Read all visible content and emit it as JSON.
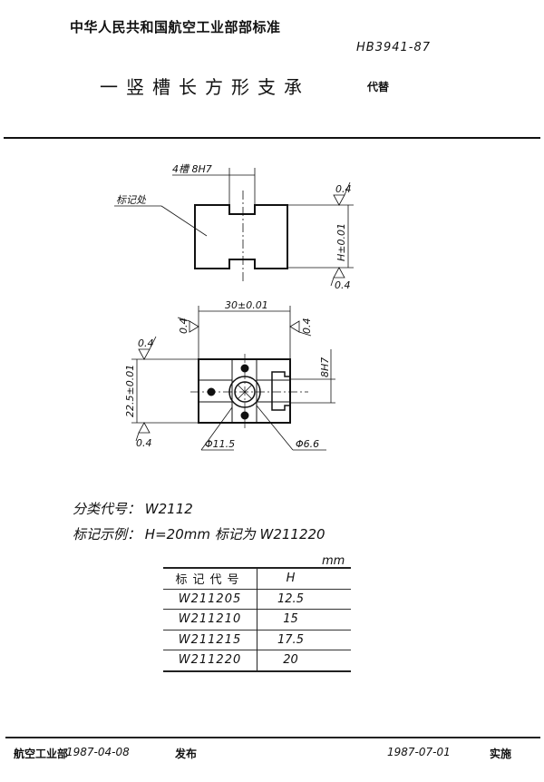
{
  "header": {
    "organization": "中华人民共和国航空工业部部标准",
    "standard_number": "HB3941-87",
    "title": "一竖槽长方形支承",
    "replaces_label": "代替"
  },
  "drawing": {
    "top_view": {
      "slot_callout": "4槽 8H7",
      "marking_label": "标记处",
      "height_dim": "H±0.01",
      "roughness_top": "0.4",
      "roughness_bottom": "0.4"
    },
    "bottom_view": {
      "width_dim": "30±0.01",
      "depth_dim": "22.5±0.01",
      "slot_dim": "8H7",
      "roughness_left": "0.4",
      "roughness_right": "0.4",
      "roughness_side_top": "0.4",
      "roughness_side_bottom": "0.4",
      "hole_large": "Φ11.5",
      "hole_small": "Φ6.6"
    }
  },
  "notes": {
    "classification_label": "分类代号：",
    "classification_code": "W2112",
    "example_label": "标记示例：",
    "example_text": "H=20mm 标记为 W211220"
  },
  "table": {
    "unit": "mm",
    "headers": [
      "标记代号",
      "H"
    ],
    "rows": [
      [
        "W211205",
        "12.5"
      ],
      [
        "W211210",
        "15"
      ],
      [
        "W211215",
        "17.5"
      ],
      [
        "W211220",
        "20"
      ]
    ]
  },
  "footer": {
    "issuer": "航空工业部",
    "issue_date": "1987-04-08",
    "issue_label": "发布",
    "effective_date": "1987-07-01",
    "effective_label": "实施"
  }
}
